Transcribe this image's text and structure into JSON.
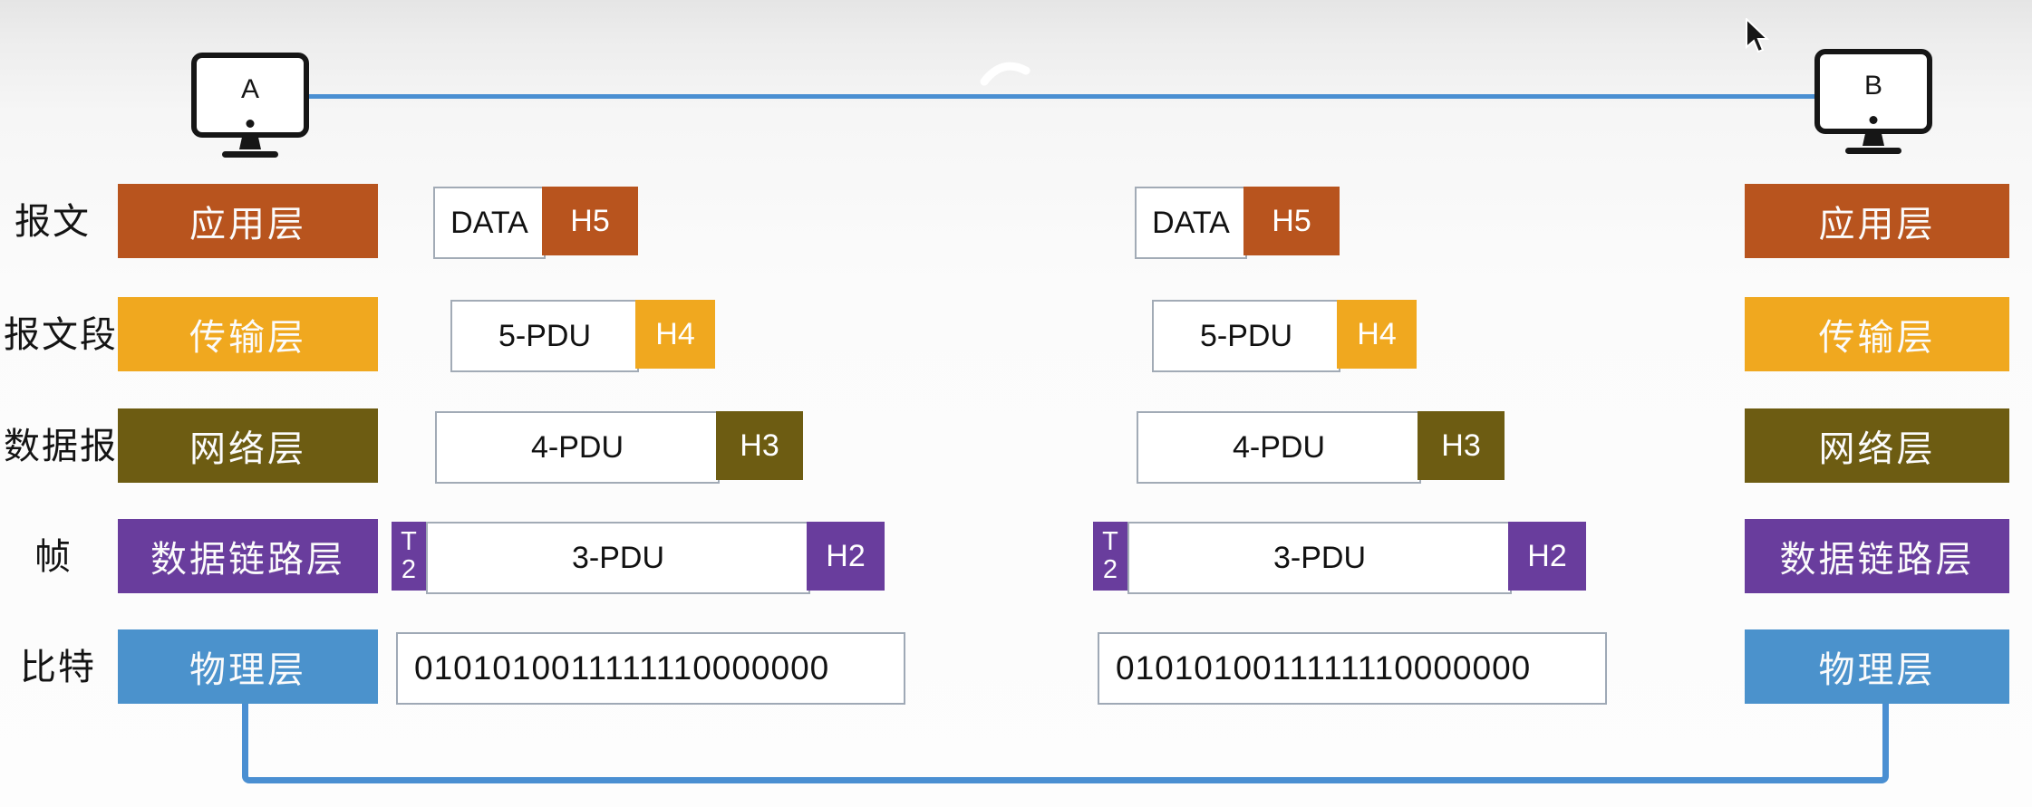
{
  "diagram": {
    "hosts": {
      "a_label": "A",
      "b_label": "B"
    },
    "row_labels": [
      "报文",
      "报文段",
      "数据报",
      "帧",
      "比特"
    ],
    "layers": [
      {
        "name": "应用层",
        "color": "#b8541e"
      },
      {
        "name": "传输层",
        "color": "#f0a81f"
      },
      {
        "name": "网络层",
        "color": "#6d5c12"
      },
      {
        "name": "数据链路层",
        "color": "#693d9d"
      },
      {
        "name": "物理层",
        "color": "#4b92cc"
      }
    ],
    "pdu_rows": [
      {
        "body": "DATA",
        "header": "H5",
        "header_color": "#b8541e"
      },
      {
        "body": "5-PDU",
        "header": "H4",
        "header_color": "#f0a81f"
      },
      {
        "body": "4-PDU",
        "header": "H3",
        "header_color": "#6d5c12"
      },
      {
        "body": "3-PDU",
        "header": "H2",
        "header_color": "#693d9d",
        "trailer_top": "T",
        "trailer_bottom": "2",
        "trailer_color": "#693d9d"
      },
      {
        "bits": "0101010011111110000000"
      }
    ],
    "link_color": "#4a8fd2"
  }
}
